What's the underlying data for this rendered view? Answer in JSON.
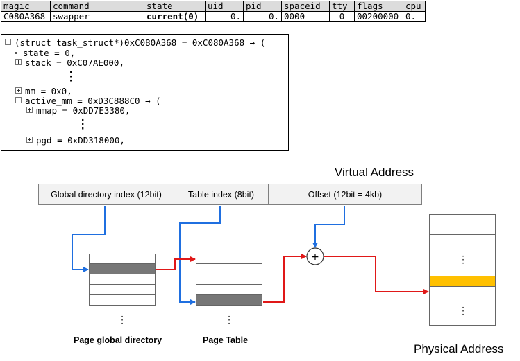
{
  "task_table": {
    "headers": [
      "magic",
      "command",
      "state",
      "uid",
      "pid",
      "spaceid",
      "tty",
      "flags",
      "cpu"
    ],
    "row": [
      "C080A368",
      "swapper",
      "current(0)",
      "0.",
      "0.",
      "0000",
      "0",
      "00200000",
      "0."
    ]
  },
  "struct_view": {
    "lines": [
      "(struct task_struct*)0xC080A368 = 0xC080A368 → (",
      "state = 0,",
      "stack = 0xC07AE000,",
      "mm = 0x0,",
      "active_mm = 0xD3C888C0 → (",
      "mmap = 0xDD7E3380,",
      "pgd = 0xDD318000,"
    ]
  },
  "diagram": {
    "virtual_address_label": "Virtual Address",
    "segments": [
      "Global directory index (12bit)",
      "Table index (8bit)",
      "Offset (12bit = 4kb)"
    ],
    "pgd_label": "Page global directory",
    "pt_label": "Page Table",
    "physical_label": "Physical Address",
    "adder_symbol": "+",
    "colors": {
      "blue_arrow": "#1f6fe0",
      "red_arrow": "#e01818",
      "selected_entry": "#777777",
      "physical_highlight": "#ffc000"
    }
  }
}
